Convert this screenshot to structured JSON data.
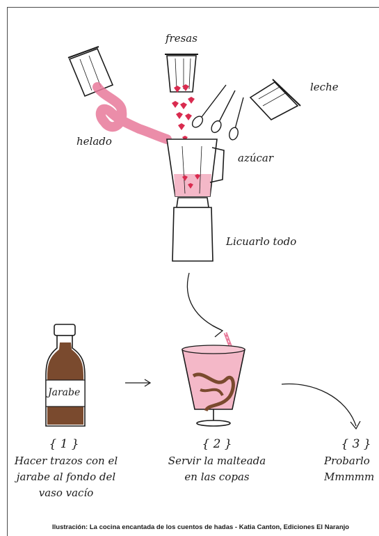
{
  "labels": {
    "fresas": "fresas",
    "leche": "leche",
    "helado": "helado",
    "azucar": "azúcar",
    "licuar": "Licuarlo todo",
    "jarabe": "Jarabe"
  },
  "steps": [
    {
      "num": "{ 1 }",
      "lines": [
        "Hacer trazos con el",
        "jarabe al fondo del",
        "vaso vacío"
      ]
    },
    {
      "num": "{ 2 }",
      "lines": [
        "Servir la malteada",
        "en las copas"
      ]
    },
    {
      "num": "{ 3 }",
      "lines": [
        "Probarlo",
        "Mmmmm"
      ]
    }
  ],
  "caption": "Ilustración: La cocina encantada de los cuentos de hadas - Katia Canton, Ediciones El Naranjo",
  "colors": {
    "pink": "#e8799a",
    "pink_light": "#f4b8c8",
    "strawberry": "#d92b4f",
    "syrup": "#7a4a2e",
    "ink": "#1a1a1a"
  }
}
